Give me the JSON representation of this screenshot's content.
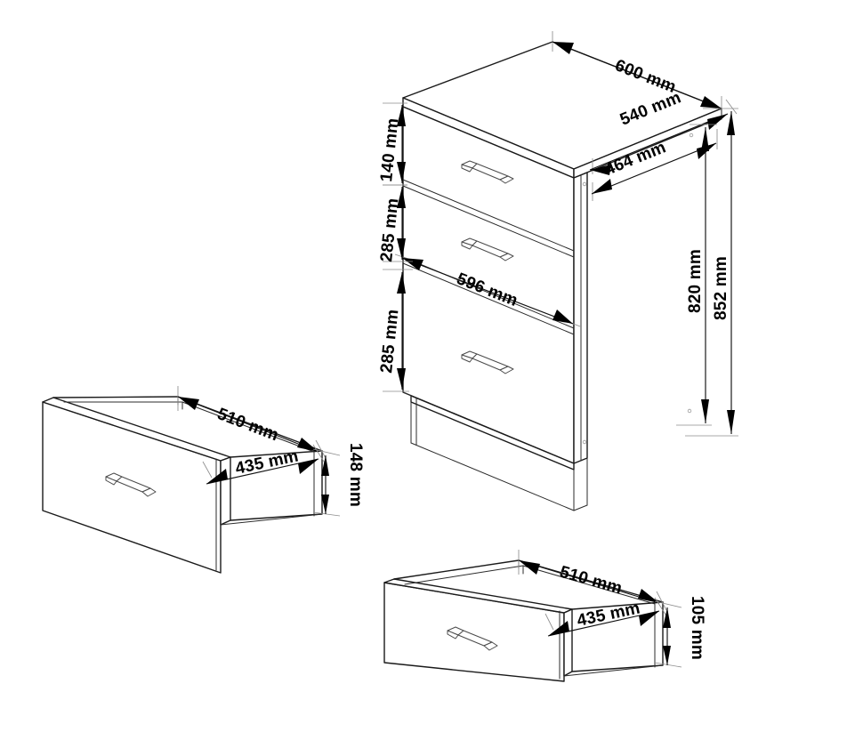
{
  "drawing": {
    "title": "Kitchen base cabinet with three drawers - dimensioned assembly drawing",
    "units": "mm",
    "line_color": "#1a1a1a",
    "extension_line_color": "#8d8d8d",
    "background": "#ffffff"
  },
  "cabinet": {
    "name": "three-drawer base cabinet",
    "drawer_count": 3,
    "dimensions": {
      "top_width": "600 mm",
      "top_depth": "540 mm",
      "body_depth": "464 mm",
      "front_width": "596 mm",
      "drawer_front_top": "140 mm",
      "drawer_front_middle": "285 mm",
      "drawer_front_bottom": "285 mm",
      "body_height": "820 mm",
      "total_height": "852 mm"
    }
  },
  "drawer_tall": {
    "name": "tall drawer box",
    "dimensions": {
      "outer_width": "510 mm",
      "inner_width": "435 mm",
      "height": "148 mm"
    }
  },
  "drawer_shallow": {
    "name": "shallow drawer box",
    "dimensions": {
      "outer_width": "510 mm",
      "inner_width": "435 mm",
      "height": "105 mm"
    }
  },
  "labels": {
    "d600": "600 mm",
    "d540": "540 mm",
    "d464": "464 mm",
    "d596": "596 mm",
    "d140": "140 mm",
    "d285a": "285 mm",
    "d285b": "285 mm",
    "d820": "820 mm",
    "d852": "852 mm",
    "d510a": "510 mm",
    "d435a": "435 mm",
    "d148": "148 mm",
    "d510b": "510 mm",
    "d435b": "435 mm",
    "d105": "105 mm"
  }
}
